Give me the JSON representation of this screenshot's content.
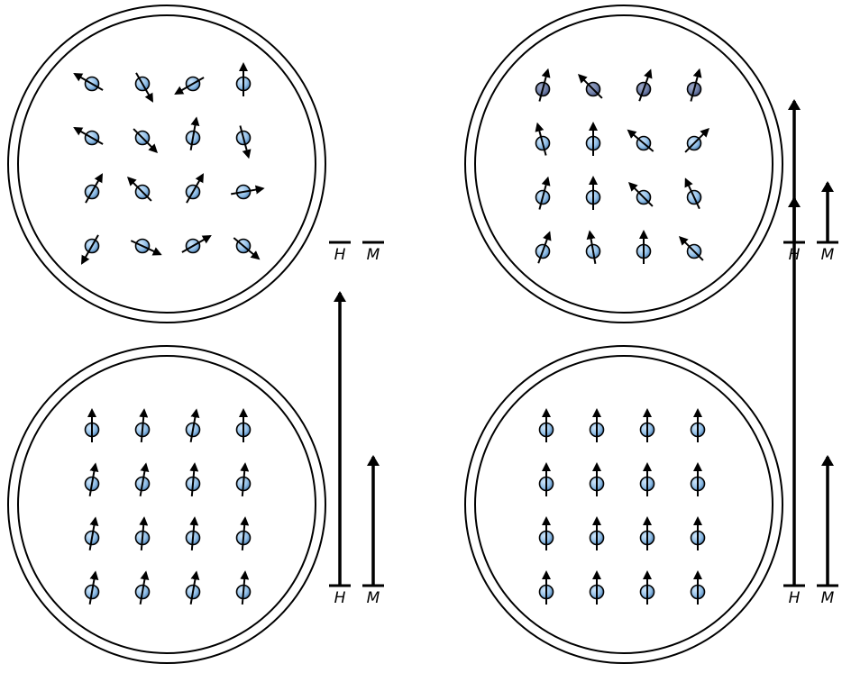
{
  "labels": {
    "h": "H",
    "m": "M"
  },
  "colors": {
    "sphere_light": "#8fbde6",
    "sphere_light_shade": "#3f72a8",
    "sphere_dark": "#6f7fa8",
    "sphere_dark_shade": "#3a4470",
    "ink": "#000000",
    "background": "#ffffff"
  },
  "panels": [
    {
      "name": "panel-zero-field",
      "h_level": 0,
      "m_level": 0,
      "spins": [
        [
          -60,
          150,
          -120,
          0
        ],
        [
          -60,
          135,
          10,
          165
        ],
        [
          30,
          -45,
          30,
          80
        ],
        [
          -150,
          115,
          60,
          130
        ]
      ],
      "dark_row": false
    },
    {
      "name": "panel-weak-field",
      "h_level": 0.23,
      "m_level": 0.1,
      "spins": [
        [
          15,
          -45,
          20,
          15
        ],
        [
          -15,
          0,
          -50,
          45
        ],
        [
          15,
          0,
          -45,
          -25
        ],
        [
          20,
          -10,
          0,
          -45
        ]
      ],
      "dark_row": true
    },
    {
      "name": "panel-strong-field",
      "h_level": 0.47,
      "m_level": 0.21,
      "spins": [
        [
          0,
          5,
          10,
          0
        ],
        [
          10,
          10,
          5,
          5
        ],
        [
          10,
          5,
          5,
          5
        ],
        [
          10,
          10,
          10,
          5
        ]
      ],
      "dark_row": false
    },
    {
      "name": "panel-saturation",
      "h_level": 0.62,
      "m_level": 0.21,
      "spins": [
        [
          0,
          0,
          0,
          0
        ],
        [
          0,
          0,
          0,
          0
        ],
        [
          0,
          0,
          0,
          0
        ],
        [
          0,
          0,
          0,
          0
        ]
      ],
      "dark_row": false
    }
  ]
}
